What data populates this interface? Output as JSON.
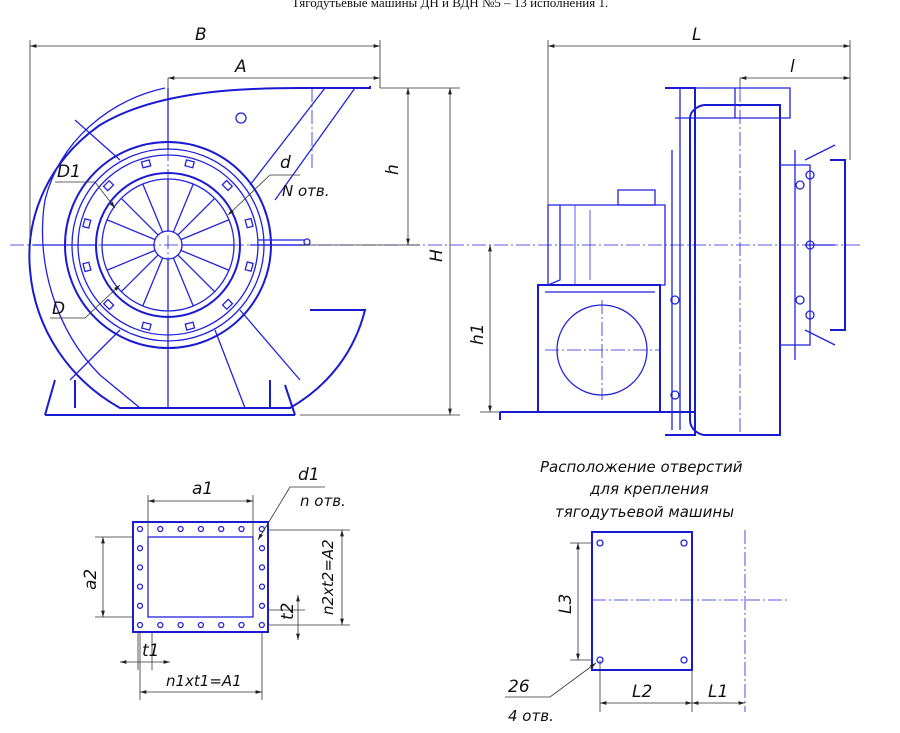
{
  "title": "Тягодутьевые машины ДН и ВДН №5 – 13 исполнения 1.",
  "front_view": {
    "B": "B",
    "A": "A",
    "d": "d",
    "N_holes": "N отв.",
    "D1": "D1",
    "D": "D",
    "h": "h",
    "H": "H"
  },
  "side_view": {
    "L": "L",
    "l": "l",
    "h1": "h1"
  },
  "flange": {
    "a1": "a1",
    "d1": "d1",
    "n_holes": "n отв.",
    "a2": "a2",
    "n2t2": "n2xt2=A2",
    "t2": "t2",
    "t1": "t1",
    "n1t1": "n1xt1=A1"
  },
  "mounting": {
    "caption_line1": "Расположение отверстий",
    "caption_line2": "для крепления",
    "caption_line3": "тягодутьевой машины",
    "L3": "L3",
    "L2": "L2",
    "L1": "L1",
    "hole_size": "26",
    "hole_count": "4 отв."
  },
  "colors": {
    "line": "#2222dd",
    "dim": "#333333"
  }
}
